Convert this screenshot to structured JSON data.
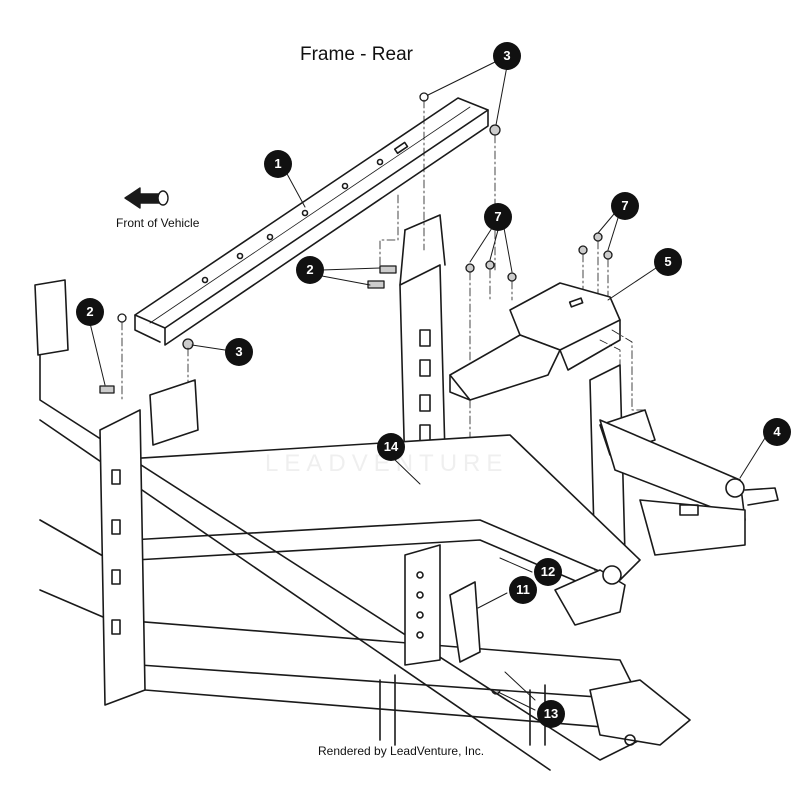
{
  "title": "Frame - Rear",
  "front_label": "Front of Vehicle",
  "footer": "Rendered by LeadVenture, Inc.",
  "watermark": "LEADVENTURE",
  "colors": {
    "line": "#1a1a1a",
    "callout_bg": "#111111",
    "callout_text": "#ffffff",
    "background": "#ffffff"
  },
  "callouts": [
    {
      "id": "c3-top",
      "label": "3"
    },
    {
      "id": "c1",
      "label": "1"
    },
    {
      "id": "c2-upper",
      "label": "2"
    },
    {
      "id": "c7-left",
      "label": "7"
    },
    {
      "id": "c7-right",
      "label": "7"
    },
    {
      "id": "c5",
      "label": "5"
    },
    {
      "id": "c2-left",
      "label": "2"
    },
    {
      "id": "c3-mid",
      "label": "3"
    },
    {
      "id": "c4",
      "label": "4"
    },
    {
      "id": "c14",
      "label": "14"
    },
    {
      "id": "c12",
      "label": "12"
    },
    {
      "id": "c11",
      "label": "11"
    },
    {
      "id": "c13",
      "label": "13"
    }
  ]
}
